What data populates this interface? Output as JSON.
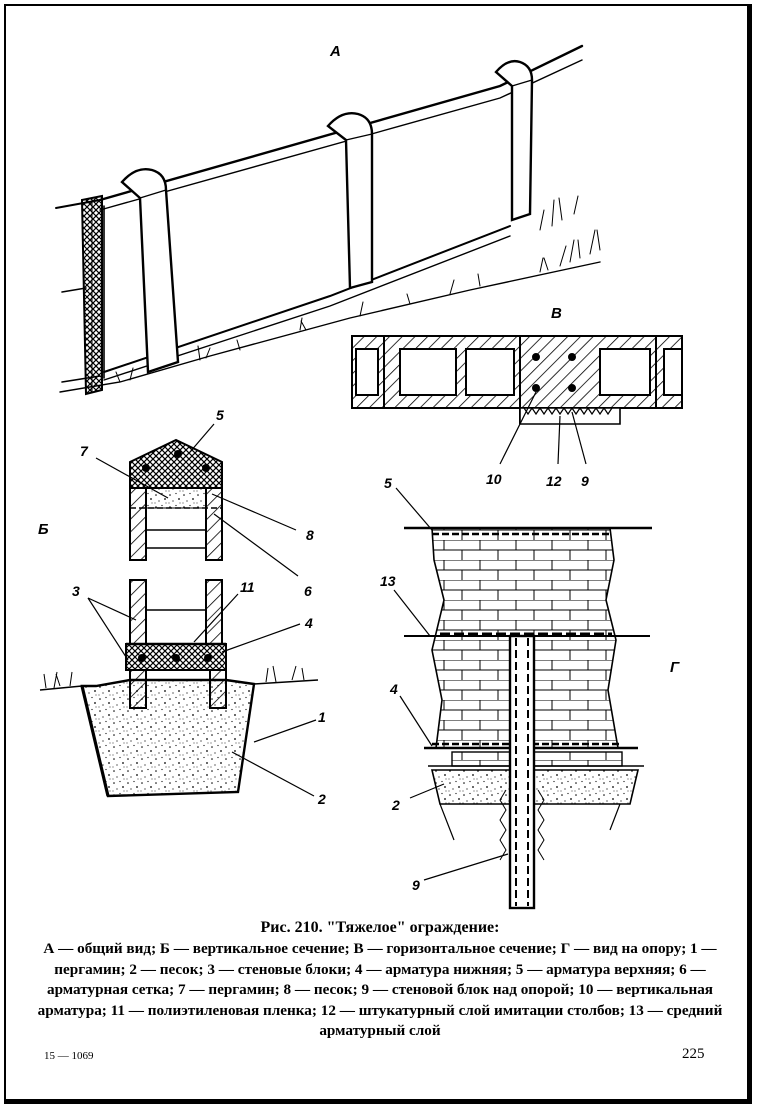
{
  "labels": {
    "view_a": "А",
    "view_b": "Б",
    "view_v": "В",
    "view_g": "Г"
  },
  "callouts": {
    "b": [
      "5",
      "7",
      "8",
      "6",
      "3",
      "11",
      "4",
      "1",
      "2"
    ],
    "v": [
      "10",
      "12",
      "9"
    ],
    "g": [
      "5",
      "13",
      "4",
      "2",
      "9"
    ]
  },
  "caption": {
    "title": "Рис. 210. \"Тяжелое\" ограждение:",
    "body": "А — общий вид; Б — вертикальное сечение; В — горизонтальное сечение; Г — вид на опору; 1 — пергамин; 2 — песок; 3 — стеновые блоки; 4 — арматура нижняя; 5 — арматура верхняя; 6 — арматурная сетка; 7 — пергамин; 8 — песок; 9 — стеновой блок над опорой; 10 — вертикальная арматура; 11 — полиэтиленовая пленка; 12 — штукатурный слой имитации столбов; 13 — средний арматурный слой"
  },
  "footer": {
    "code": "15 — 1069",
    "page_number": "225"
  }
}
